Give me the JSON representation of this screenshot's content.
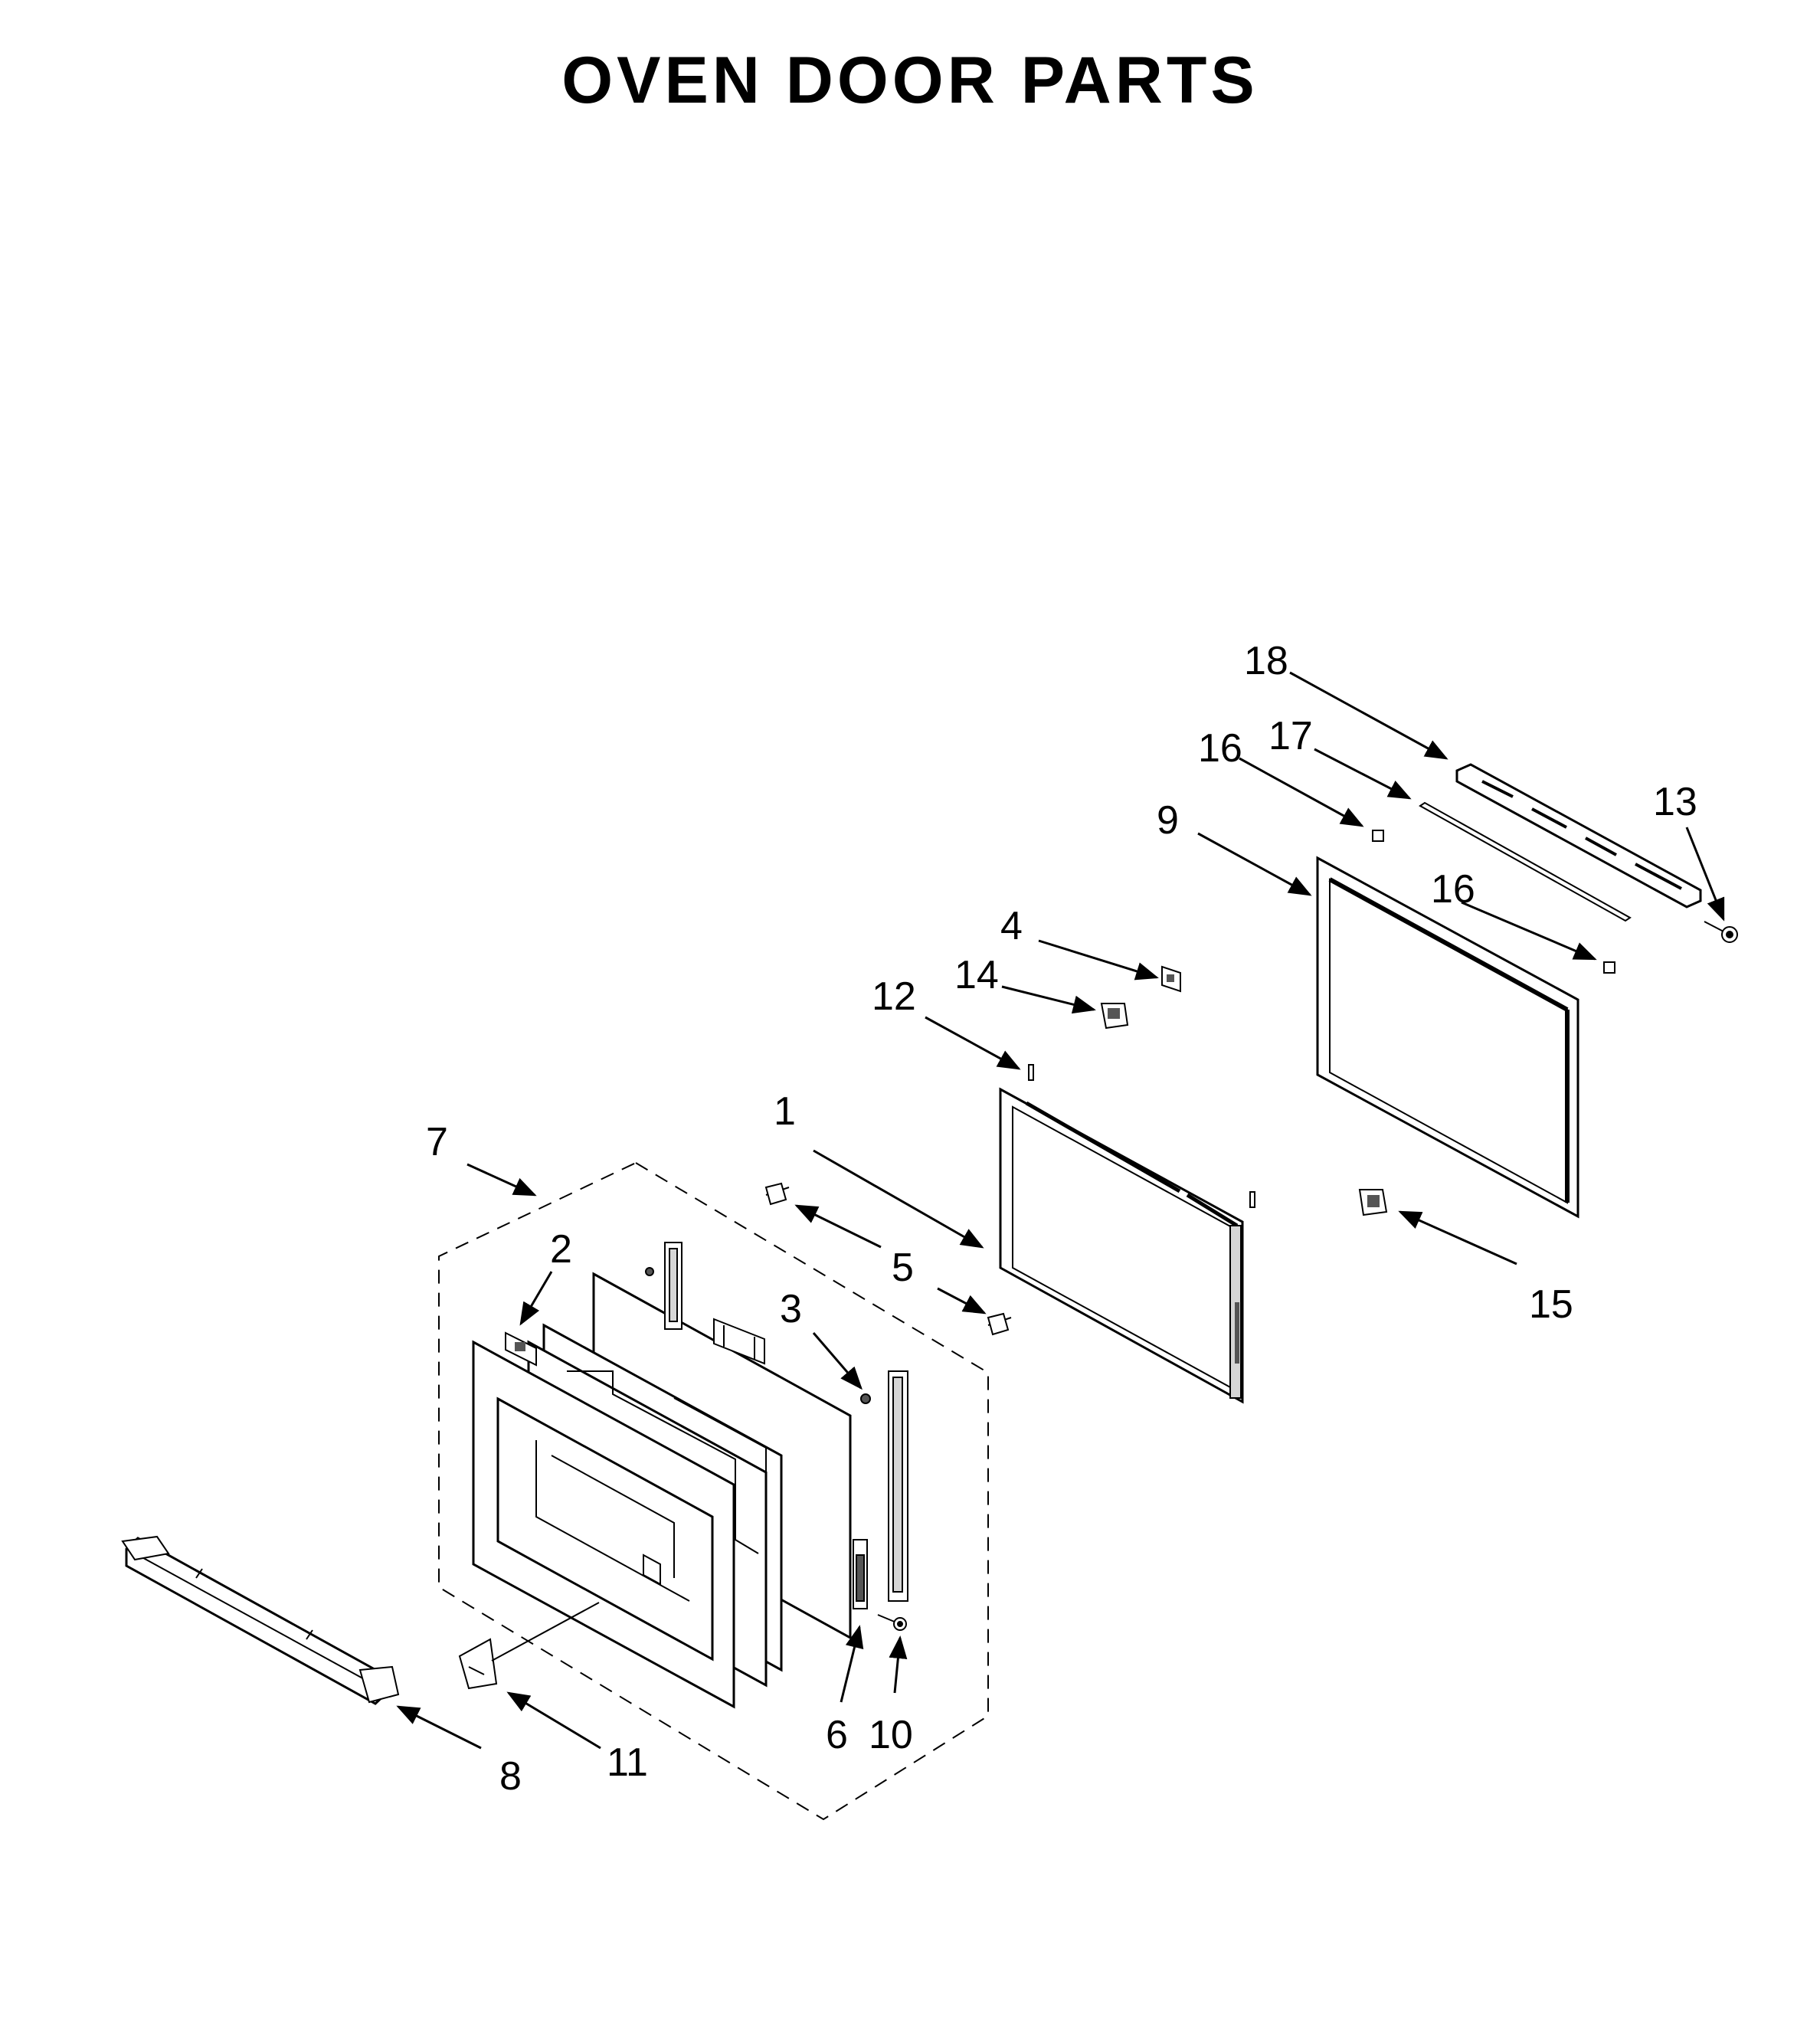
{
  "title": "OVEN DOOR PARTS",
  "callouts": {
    "c1": "1",
    "c2": "2",
    "c3": "3",
    "c4": "4",
    "c5": "5",
    "c6": "6",
    "c7": "7",
    "c8": "8",
    "c9": "9",
    "c10": "10",
    "c11": "11",
    "c12": "12",
    "c13": "13",
    "c14": "14",
    "c15": "15",
    "c16a": "16",
    "c16b": "16",
    "c17": "17",
    "c18": "18"
  },
  "colors": {
    "line": "#000000",
    "part_fill": "#ffffff",
    "shade": "#d6d6d6",
    "dark": "#555555"
  }
}
